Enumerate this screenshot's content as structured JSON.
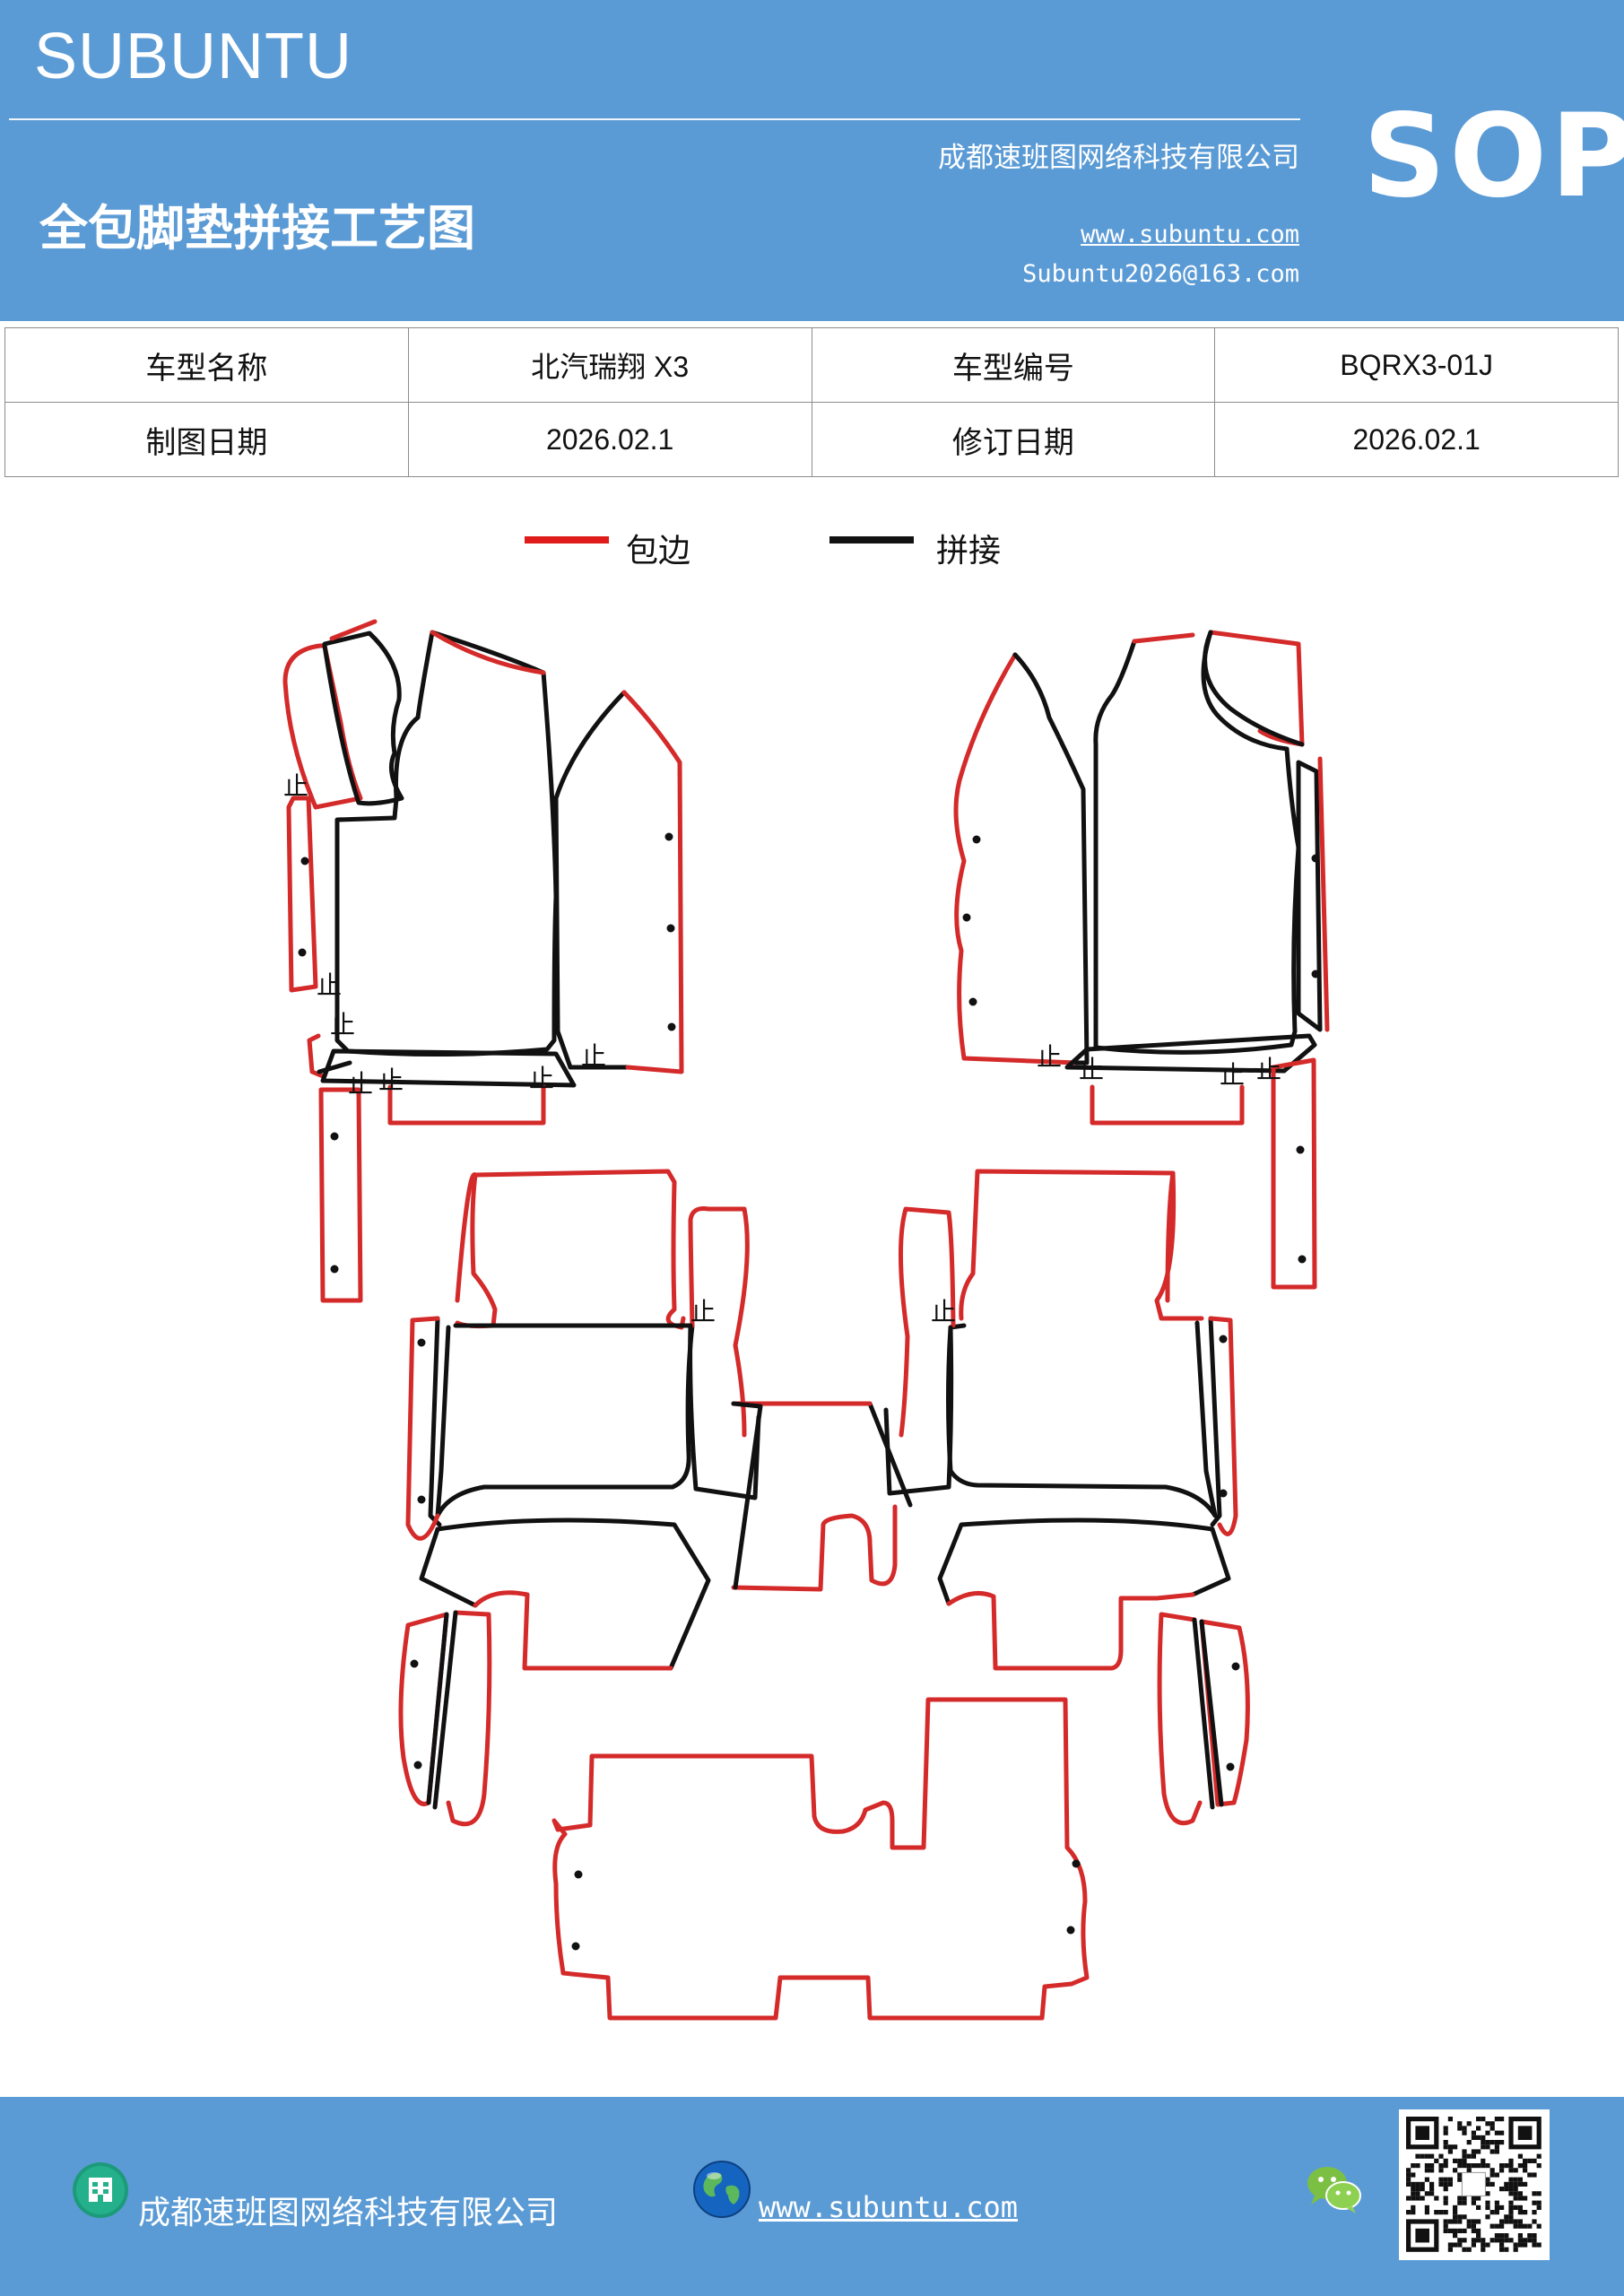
{
  "header": {
    "brand": "SUBUNTU",
    "badge": "SOP",
    "title": "全包脚垫拼接工艺图",
    "company": "成都速班图网络科技有限公司",
    "website": "www.subuntu.com",
    "email": "Subuntu2026@163.com"
  },
  "info_table": {
    "model_name_label": "车型名称",
    "model_name_value": "北汽瑞翔 X3",
    "model_code_label": "车型编号",
    "model_code_value": "BQRX3-01J",
    "draw_date_label": "制图日期",
    "draw_date_value": "2026.02.1",
    "revise_date_label": "修订日期",
    "revise_date_value": "2026.02.1"
  },
  "legend": {
    "edge_label": "包边",
    "edge_color": "#e01b1b",
    "seam_label": "拼接",
    "seam_color": "#111111"
  },
  "drawing": {
    "stop_mark": "止"
  },
  "footer": {
    "company": "成都速班图网络科技有限公司",
    "website": "www.subuntu.com",
    "building_icon": "building-icon",
    "globe_icon": "globe-icon",
    "wechat_icon": "wechat-icon",
    "qr_icon": "qr-code-icon"
  }
}
